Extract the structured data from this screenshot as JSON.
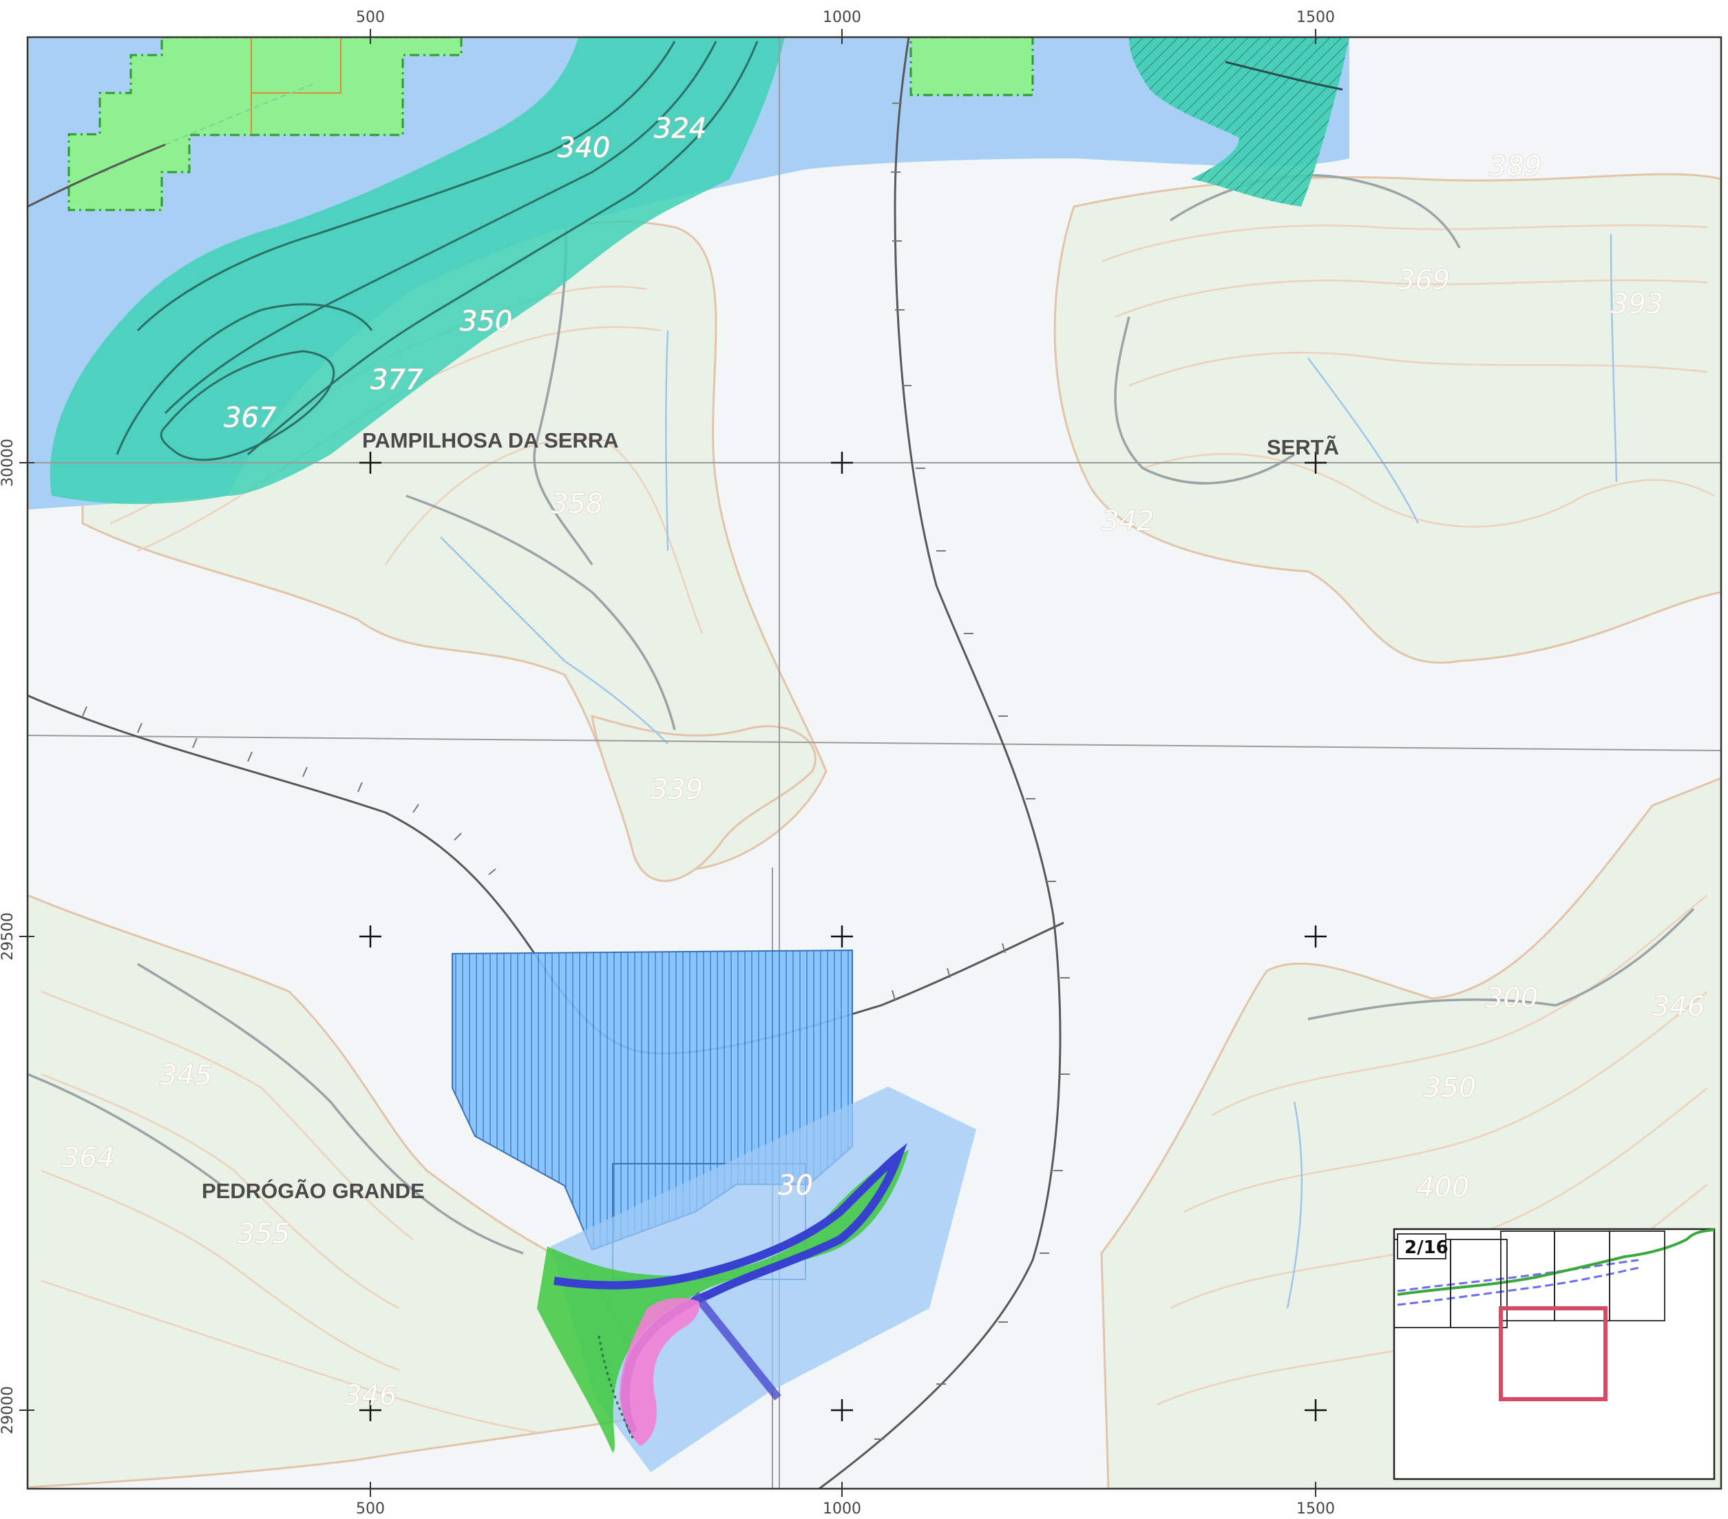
{
  "map": {
    "axes": {
      "x_top": [
        "500",
        "1000",
        "1500"
      ],
      "x_bottom": [
        "500",
        "1000",
        "1500"
      ],
      "y_left": [
        "30000",
        "29500",
        "29000"
      ]
    },
    "places": {
      "pampilhosa": "PAMPILHOSA DA SERRA",
      "serta": "SERTÃ",
      "pedrogao": "PEDRÓGÃO GRANDE"
    },
    "elevations": [
      "340",
      "324",
      "389",
      "369",
      "393",
      "350",
      "377",
      "367",
      "358",
      "342",
      "339",
      "345",
      "364",
      "355",
      "346",
      "300",
      "346",
      "350",
      "400",
      "30"
    ],
    "inset": {
      "sheet_label": "2/16"
    },
    "colors": {
      "water": "#a8d0f5",
      "teal_zone": "#3fd1b5",
      "green_zone": "#8ef08e",
      "inset_highlight": "#d84a64",
      "contour": "#e8c9b0",
      "land": "#f2f6f2",
      "road": "#555555"
    }
  }
}
